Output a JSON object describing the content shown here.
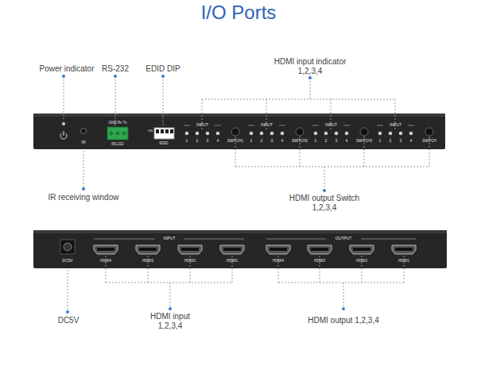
{
  "diagram": {
    "title": "I/O Ports",
    "labels": [
      "Power indicator",
      "RS-232",
      "EDID DIP",
      "HDMI input indicator 1,2,3,4",
      "IR receiving window",
      "HDMI output Switch 1,2,3,4",
      "IR",
      "GND Rx Tx",
      "RS-232",
      "ON",
      "EDID",
      "INPUT",
      "1",
      "2",
      "3",
      "4",
      "SWITCH1",
      "INPUT",
      "1",
      "2",
      "3",
      "4",
      "SWITCH2",
      "INPUT",
      "1",
      "2",
      "3",
      "4",
      "SWITCH3",
      "INPUT",
      "1",
      "2",
      "3",
      "4",
      "SWITCH",
      "INPUT",
      "OUTPUT",
      "HDMI4",
      "HDMI3",
      "HDMI2",
      "HDMI1",
      "HDMI4",
      "HDMI3",
      "HDMI2",
      "HDMI1",
      "DC5V",
      "DC5V",
      "HDMI input 1,2,3,4",
      "HDMI output 1,2,3,4"
    ]
  }
}
